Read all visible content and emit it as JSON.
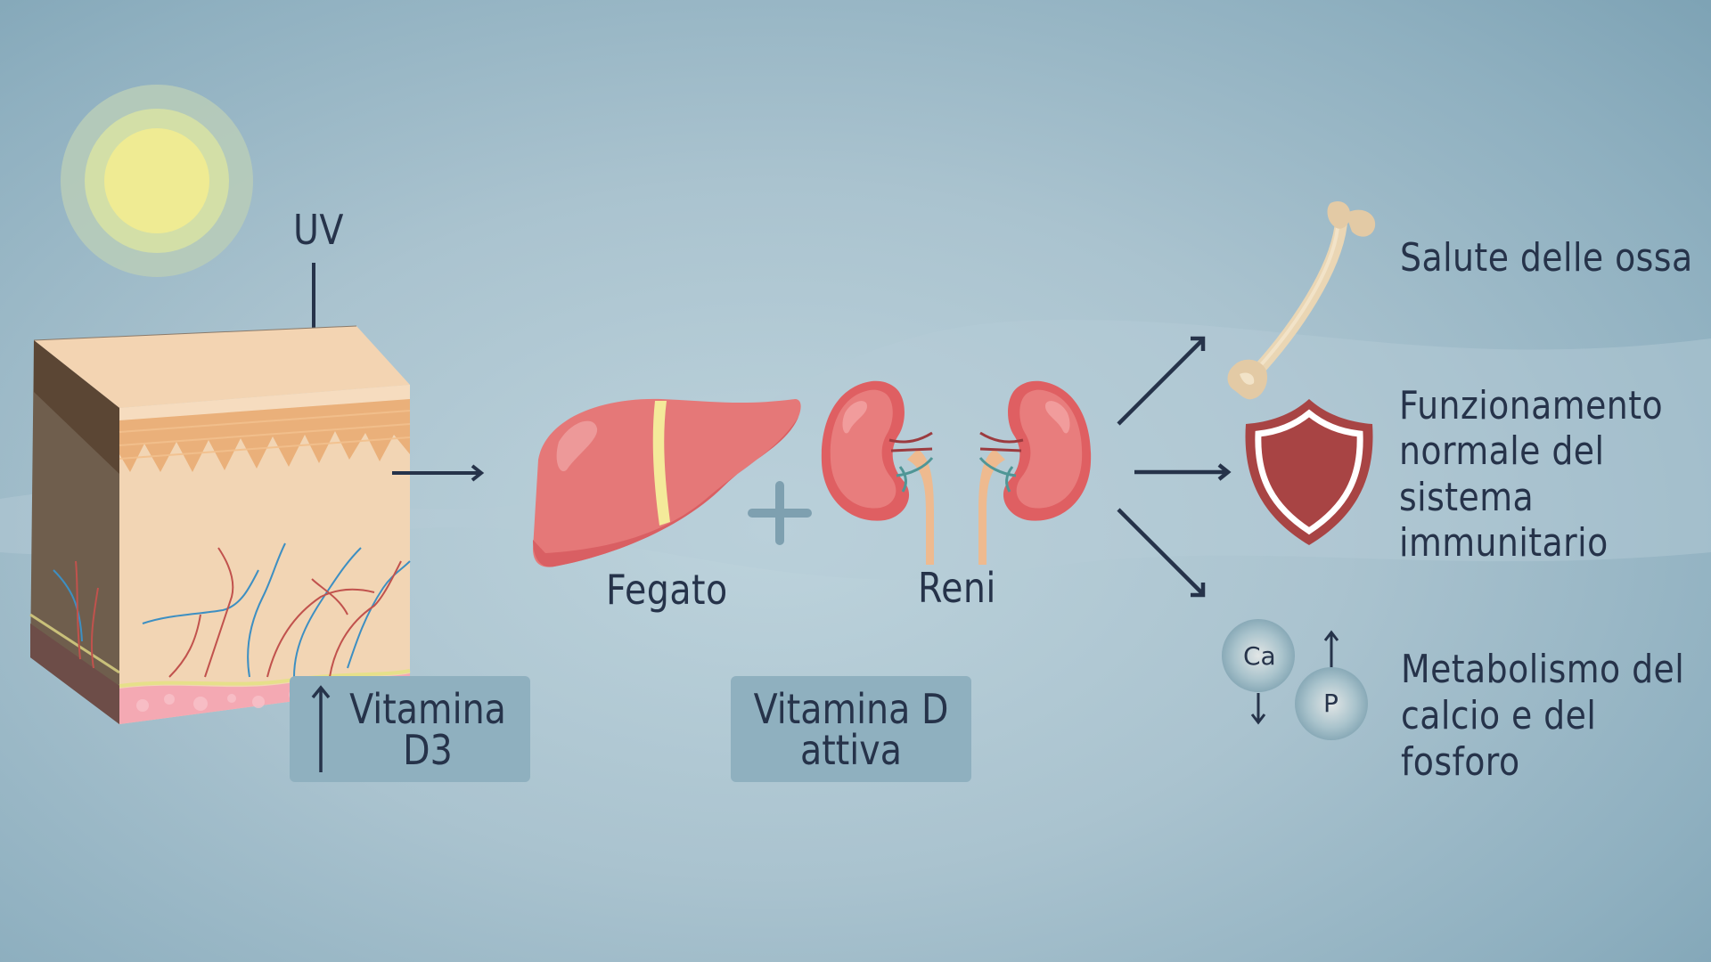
{
  "uv": {
    "label": "UV"
  },
  "organs": {
    "liver_label": "Fegato",
    "kidneys_label": "Reni"
  },
  "boxes": {
    "vitamin_d3": {
      "line1": "Vitamina",
      "line2": "D3",
      "arrow": "↑"
    },
    "active_vitamin_d": {
      "line1": "Vitamina D",
      "line2": "attiva"
    }
  },
  "effects": {
    "bone": {
      "label": "Salute delle ossa"
    },
    "immune": {
      "lines": [
        "Funzionamento",
        "normale del",
        "sistema",
        "immunitario"
      ]
    },
    "metabolism": {
      "lines": [
        "Metabolismo del",
        "calcio e del",
        "fosforo"
      ],
      "calcium_symbol": "Ca",
      "phosphorus_symbol": "P"
    }
  },
  "colors": {
    "text": "#26334a",
    "sun_core": "#efeb93",
    "box_bg": "#8fb0bf",
    "liver": "#e57878",
    "shield": "#a84444",
    "bone": "#ead6b4"
  }
}
